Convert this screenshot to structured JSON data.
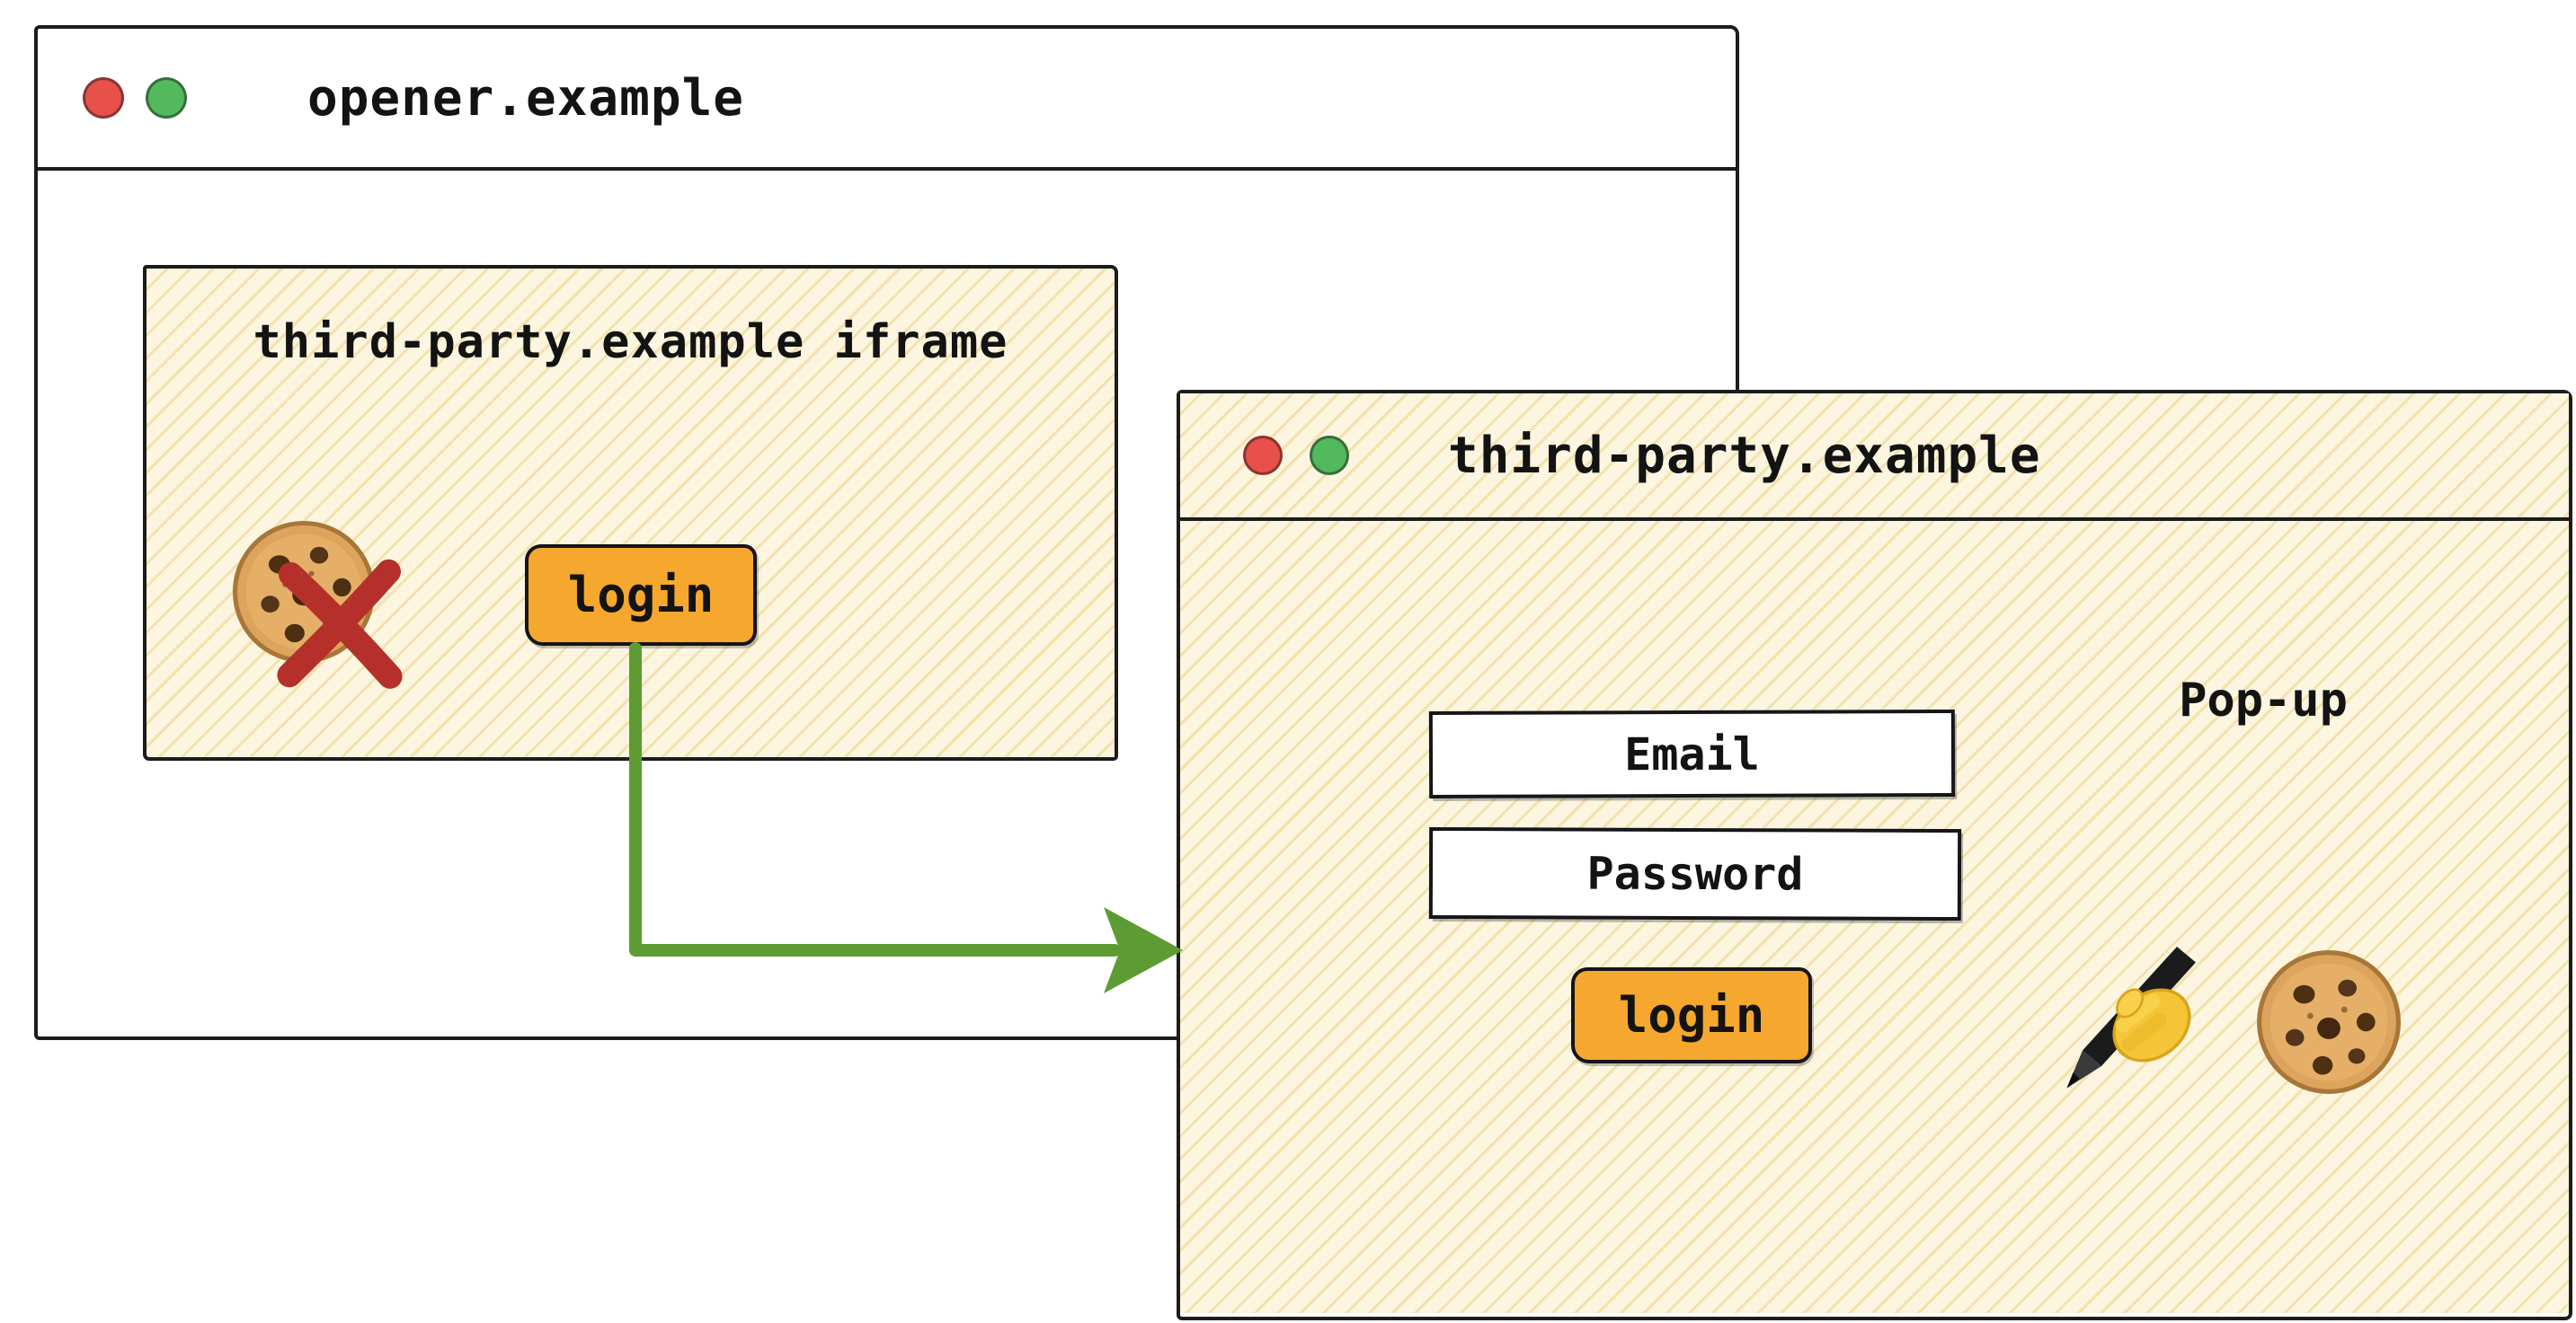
{
  "colors": {
    "ink": "#1c1c1c",
    "cream_fill": "#fcf5df",
    "hatch_line": "#e4c35f",
    "button_orange": "#f6a72d",
    "arrow_green": "#5d9c32",
    "traffic_red": "#e8504a",
    "traffic_green": "#52b95c",
    "blocked_x_red": "#b5302a"
  },
  "opener_window": {
    "title": "opener.example",
    "traffic_lights": [
      "close",
      "zoom"
    ],
    "iframe": {
      "label": "third-party.example iframe",
      "login_button_label": "login",
      "icons": {
        "cookie": "cookie-icon",
        "blocked": "red-x-icon"
      }
    }
  },
  "popup_window": {
    "title": "third-party.example",
    "traffic_lights": [
      "close",
      "zoom"
    ],
    "annotation": "Pop-up",
    "fields": [
      {
        "label": "Email"
      },
      {
        "label": "Password"
      }
    ],
    "login_button_label": "login",
    "icons": {
      "writing_hand": "writing-hand-icon",
      "cookie": "cookie-icon"
    }
  }
}
